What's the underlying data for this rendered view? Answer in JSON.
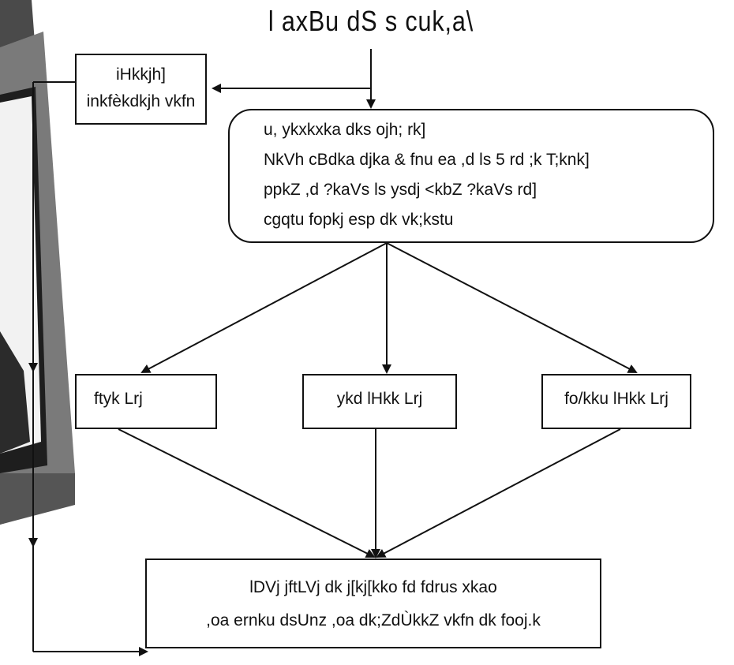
{
  "title": "l axBu dS s cuk,a\\",
  "top_left_box": {
    "lines": [
      "iHkkjh]",
      "inkfèkdkjh vkfn"
    ]
  },
  "main_box": {
    "lines": [
      "u, ykxkxka dks ojh; rk]",
      "NkVh cBdka djka & fnu ea ,d ls 5 rd ;k T;knk]",
      "ppkZ ,d ?kaVs ls ysdj <kbZ ?kaVs rd]",
      "cgqtu fopkj esp dk vk;kstu"
    ]
  },
  "level_boxes": [
    {
      "text": "ftyk Lrj"
    },
    {
      "text": "ykd lHkk Lrj"
    },
    {
      "text": "fo/kku lHkk Lrj"
    }
  ],
  "bottom_box": {
    "lines": [
      "lDVj jftLVj dk j[kj[kko fd fdrus xkao",
      ",oa ernku dsUnz ,oa dk;ZdÙkkZ vkfn dk fooj.k"
    ]
  },
  "colors": {
    "line": "#111111",
    "photo_dark": "#3a3a3a",
    "photo_mid": "#6b6b6b"
  }
}
